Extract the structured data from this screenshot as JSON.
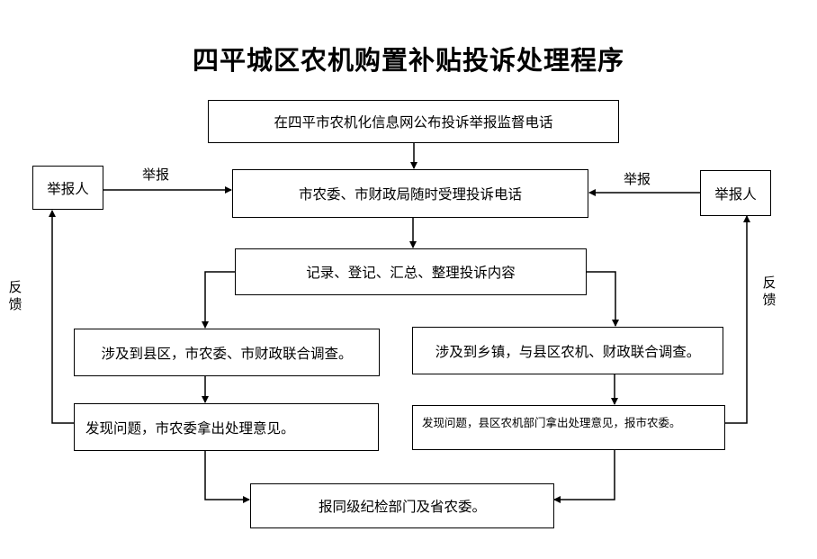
{
  "title": "四平城区农机购置补贴投诉处理程序",
  "boxes": {
    "announce": "在四平市农机化信息网公布投诉举报监督电话",
    "accept": "市农委、市财政局随时受理投诉电话",
    "record": "记录、登记、汇总、整理投诉内容",
    "left_investigate": "涉及到县区，市农委、市财政联合调查。",
    "right_investigate": "涉及到乡镇，与县区农机、财政联合调查。",
    "left_opinion": "发现问题，市农委拿出处理意见。",
    "right_opinion": "发现问题，县区农机部门拿出处理意见，报市农委。",
    "report": "报同级纪检部门及省农委。",
    "reporter_left": "举报人",
    "reporter_right": "举报人"
  },
  "labels": {
    "report_left": "举报",
    "report_right": "举报",
    "feedback_left": "反馈",
    "feedback_right": "反馈"
  }
}
